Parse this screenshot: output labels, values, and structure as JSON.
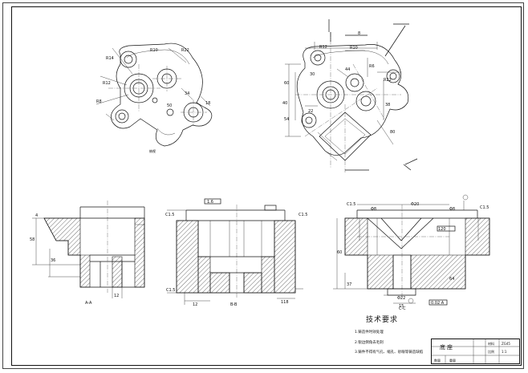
{
  "drawing": {
    "technical_requirements": {
      "title": "技术要求",
      "notes": [
        "1.铸造件时效处理",
        "2.锐边倒角去毛刺",
        "3.铸件不得有气孔、缩孔、砂眼等铸造缺陷"
      ]
    },
    "title_block": {
      "part_name": "底座",
      "material": "ZG45",
      "scale": "1:1",
      "cells": [
        "材料",
        "比例",
        "数量",
        "重量"
      ]
    },
    "view_labels": {
      "section_left": "A-A",
      "section_middle": "B-B",
      "section_right": "C-C"
    },
    "dimensions": {
      "top_left": [
        "R14",
        "R12",
        "R8",
        "R10",
        "R22",
        "50",
        "34",
        "18"
      ],
      "top_right": [
        "8",
        "R12",
        "R10",
        "R6",
        "30",
        "44",
        "R22",
        "60",
        "40",
        "22",
        "38",
        "54",
        "80"
      ],
      "bottom_left": [
        "58",
        "36",
        "12",
        "4"
      ],
      "bottom_middle": [
        "C1.5",
        "C1.5",
        "C1.5",
        "1.6",
        "12",
        "118"
      ],
      "bottom_right": [
        "C1.5",
        "Φ8",
        "Φ8",
        "C1.5",
        "Φ20",
        "60",
        "37",
        "120",
        "Φ22",
        "15",
        "64",
        "0.02 A"
      ]
    }
  }
}
